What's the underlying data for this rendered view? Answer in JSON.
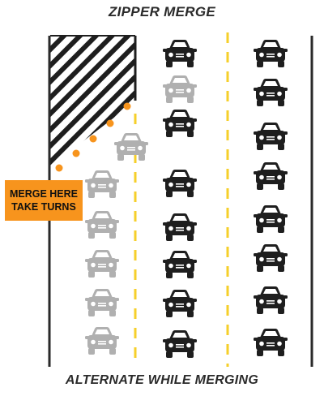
{
  "title": "ZIPPER MERGE",
  "footer": "ALTERNATE WHILE MERGING",
  "sign": {
    "line1": "MERGE HERE",
    "line2": "TAKE TURNS",
    "color": "#f7941d"
  },
  "colors": {
    "dark_car": "#1e1e1e",
    "light_car": "#b0b0b0",
    "lane_line": "#f6cf2a",
    "cone": "#f7941d",
    "edge_line": "#2a2a2a"
  },
  "icon": "car-front-icon"
}
